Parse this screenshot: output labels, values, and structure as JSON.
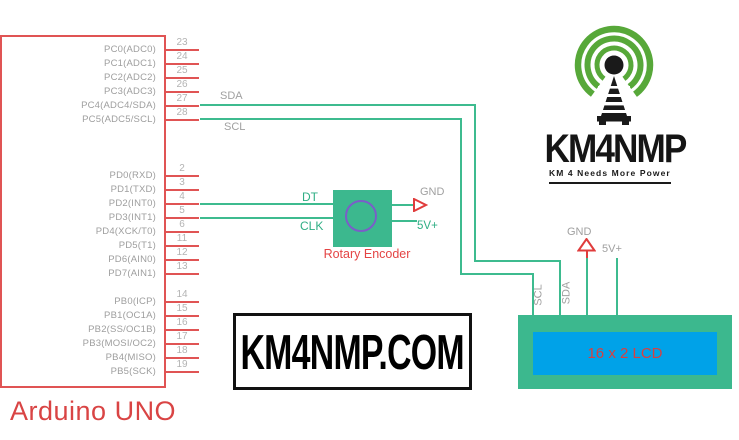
{
  "colors": {
    "diagram_red": "#e05454",
    "wire_green": "#3dbb8f",
    "component_green": "#3cb88e",
    "lcd_blue": "#00a2e8",
    "label_gray": "#a0a0a0",
    "logo_green": "#57a839",
    "knob_purple": "#7a5ec8"
  },
  "arduino": {
    "title": "Arduino UNO",
    "pin_groups": [
      {
        "name": "port-c",
        "pins": [
          {
            "label": "PC0(ADC0)",
            "number": "23"
          },
          {
            "label": "PC1(ADC1)",
            "number": "24"
          },
          {
            "label": "PC2(ADC2)",
            "number": "25"
          },
          {
            "label": "PC3(ADC3)",
            "number": "26"
          },
          {
            "label": "PC4(ADC4/SDA)",
            "number": "27"
          },
          {
            "label": "PC5(ADC5/SCL)",
            "number": "28"
          }
        ]
      },
      {
        "name": "port-d",
        "pins": [
          {
            "label": "PD0(RXD)",
            "number": "2"
          },
          {
            "label": "PD1(TXD)",
            "number": "3"
          },
          {
            "label": "PD2(INT0)",
            "number": "4"
          },
          {
            "label": "PD3(INT1)",
            "number": "5"
          },
          {
            "label": "PD4(XCK/T0)",
            "number": "6"
          },
          {
            "label": "PD5(T1)",
            "number": "11"
          },
          {
            "label": "PD6(AIN0)",
            "number": "12"
          },
          {
            "label": "PD7(AIN1)",
            "number": "13"
          }
        ]
      },
      {
        "name": "port-b",
        "pins": [
          {
            "label": "PB0(ICP)",
            "number": "14"
          },
          {
            "label": "PB1(OC1A)",
            "number": "15"
          },
          {
            "label": "PB2(SS/OC1B)",
            "number": "16"
          },
          {
            "label": "PB3(MOSI/OC2)",
            "number": "17"
          },
          {
            "label": "PB4(MISO)",
            "number": "18"
          },
          {
            "label": "PB5(SCK)",
            "number": "19"
          }
        ]
      }
    ]
  },
  "i2c": {
    "sda_label": "SDA",
    "scl_label": "SCL"
  },
  "encoder": {
    "name": "Rotary Encoder",
    "dt_label": "DT",
    "clk_label": "CLK",
    "gnd_label": "GND",
    "power_label": "5V+"
  },
  "lcd": {
    "name": "16 x 2 LCD",
    "scl_label": "SCL",
    "sda_label": "SDA",
    "gnd_label": "GND",
    "power_label": "5V+"
  },
  "logo": {
    "callsign": "KM4NMP",
    "tagline": "KM 4 Needs More Power"
  },
  "banner": {
    "text": "KM4NMP.COM"
  }
}
